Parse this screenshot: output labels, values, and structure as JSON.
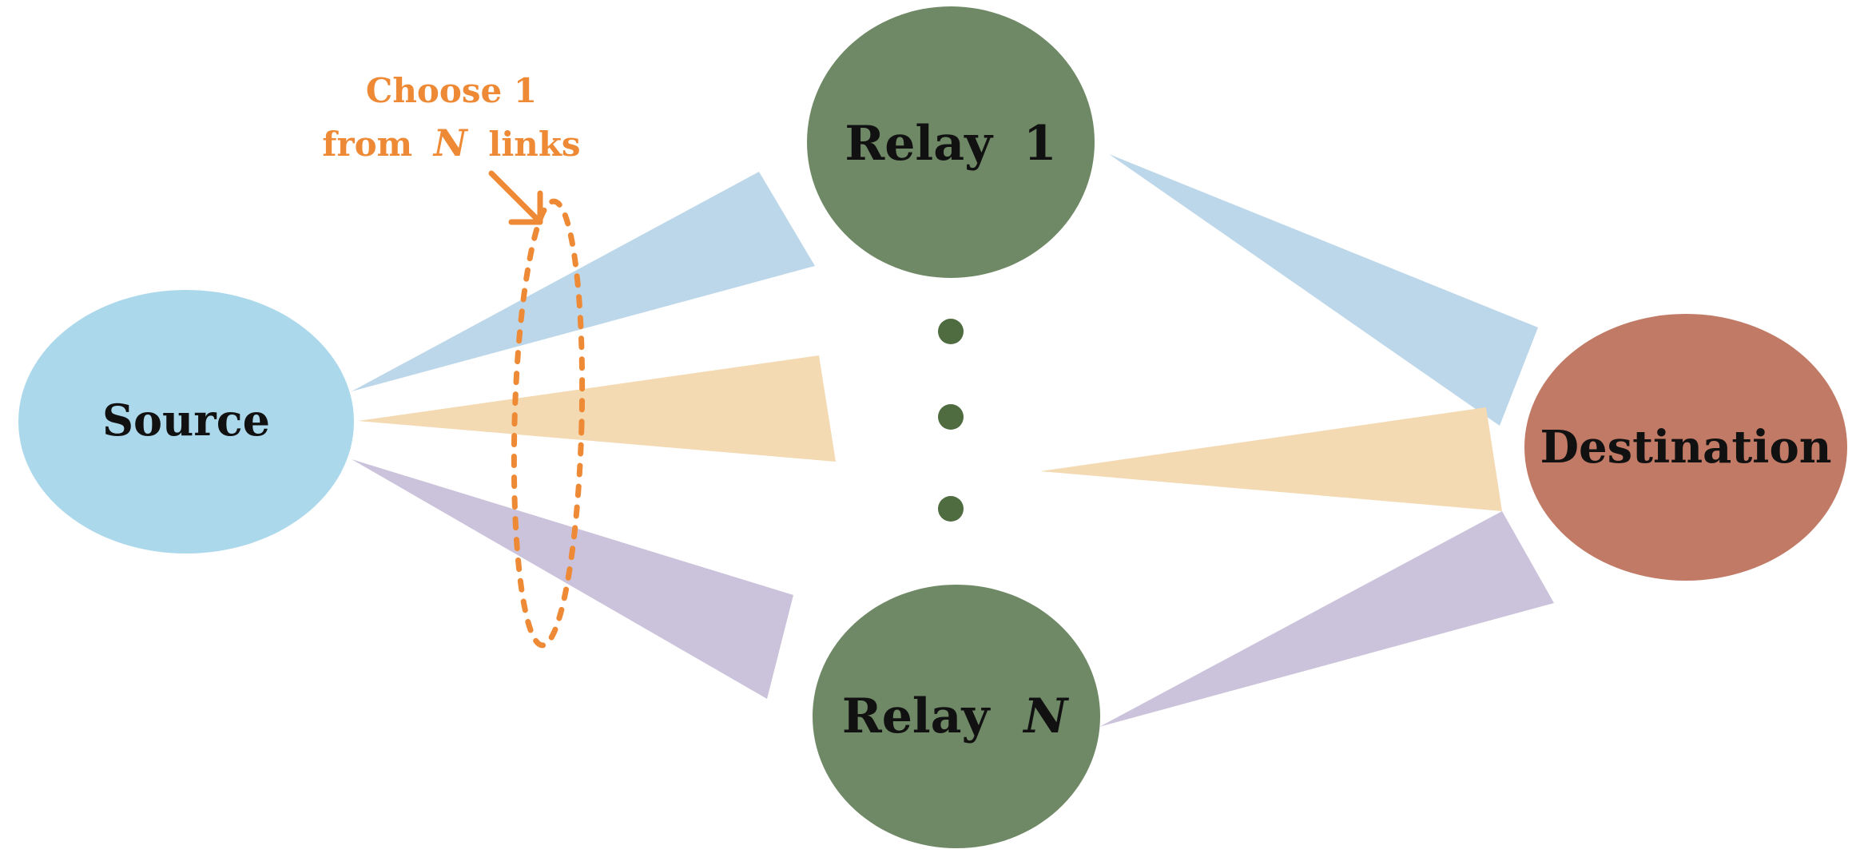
{
  "nodes": {
    "source": {
      "label": "Source"
    },
    "relay1": {
      "label_prefix": "Relay",
      "label_index": "1"
    },
    "relayN": {
      "label_prefix": "Relay",
      "label_index": "N"
    },
    "destination": {
      "label": "Destination"
    }
  },
  "annotation": {
    "line1": "Choose 1",
    "line2_prefix": "from",
    "line2_var": "N",
    "line2_suffix": "links"
  },
  "colors": {
    "source_fill": "#acd8ec",
    "relay_fill": "#6f8966",
    "destination_fill": "#c07a66",
    "beam_blue": "#bdd7ea",
    "beam_orange": "#f3dab3",
    "beam_purple": "#cbc3db",
    "ellipsis_dot": "#4f6b40",
    "annotation": "#ee8a35",
    "label_text": "#111111"
  }
}
